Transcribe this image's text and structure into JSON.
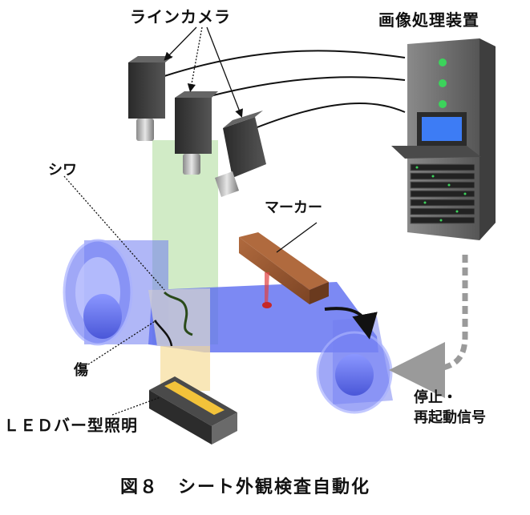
{
  "labels": {
    "line_camera": "ラインカメラ",
    "processor": "画像処理装置",
    "wrinkle": "シワ",
    "marker": "マーカー",
    "scratch": "傷",
    "stop_signal_line1": "停止・",
    "stop_signal_line2": "再起動信号",
    "led_bar": "ＬＥＤバー型照明"
  },
  "caption": "図８　シート外観検査自動化",
  "colors": {
    "sheet": "#5b6cf0",
    "camera_light": "#b8e0a8",
    "led_light": "#f7dfa0",
    "marker": "#9a5a35",
    "server": "#6b6b6b",
    "monitor_screen": "#3d7cf5"
  }
}
